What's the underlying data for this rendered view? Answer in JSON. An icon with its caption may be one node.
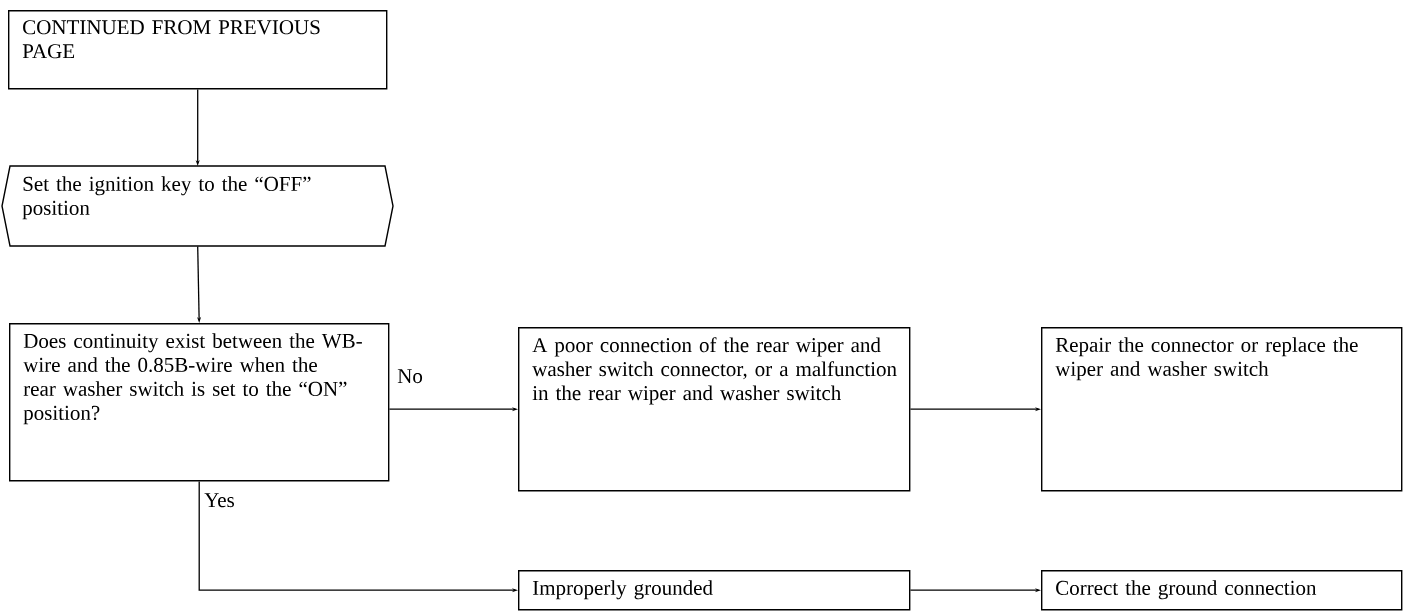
{
  "diagram": {
    "nodes": [
      {
        "text": [
          "CONTINUED FROM PREVIOUS PAGE"
        ]
      },
      {
        "text": [
          "Set the ignition key to the “OFF” position"
        ]
      },
      {
        "text": [
          "Does continuity exist between the WB-wire and the 0.85B-wire when the rear washer switch is set to the “ON” position?"
        ]
      },
      {
        "text": [
          "A poor connection of the rear wiper and washer switch connector, or a malfunction in the rear wiper and washer switch"
        ]
      },
      {
        "text": [
          "Repair the connector or replace the wiper and washer switch"
        ]
      },
      {
        "text": [
          "Improperly grounded"
        ]
      },
      {
        "text": [
          "Correct the ground connection"
        ]
      }
    ],
    "edges": [
      {
        "from": 0,
        "to": 1,
        "arrow": "to"
      },
      {
        "from": 1,
        "to": 2,
        "arrow": "to"
      },
      {
        "from": 2,
        "to": 3,
        "arrow": "to",
        "label": "No"
      },
      {
        "from": 3,
        "to": 4,
        "arrow": "to"
      },
      {
        "from": 2,
        "to": 5,
        "arrow": "to",
        "label": "Yes"
      },
      {
        "from": 5,
        "to": 6,
        "arrow": "to"
      }
    ]
  }
}
